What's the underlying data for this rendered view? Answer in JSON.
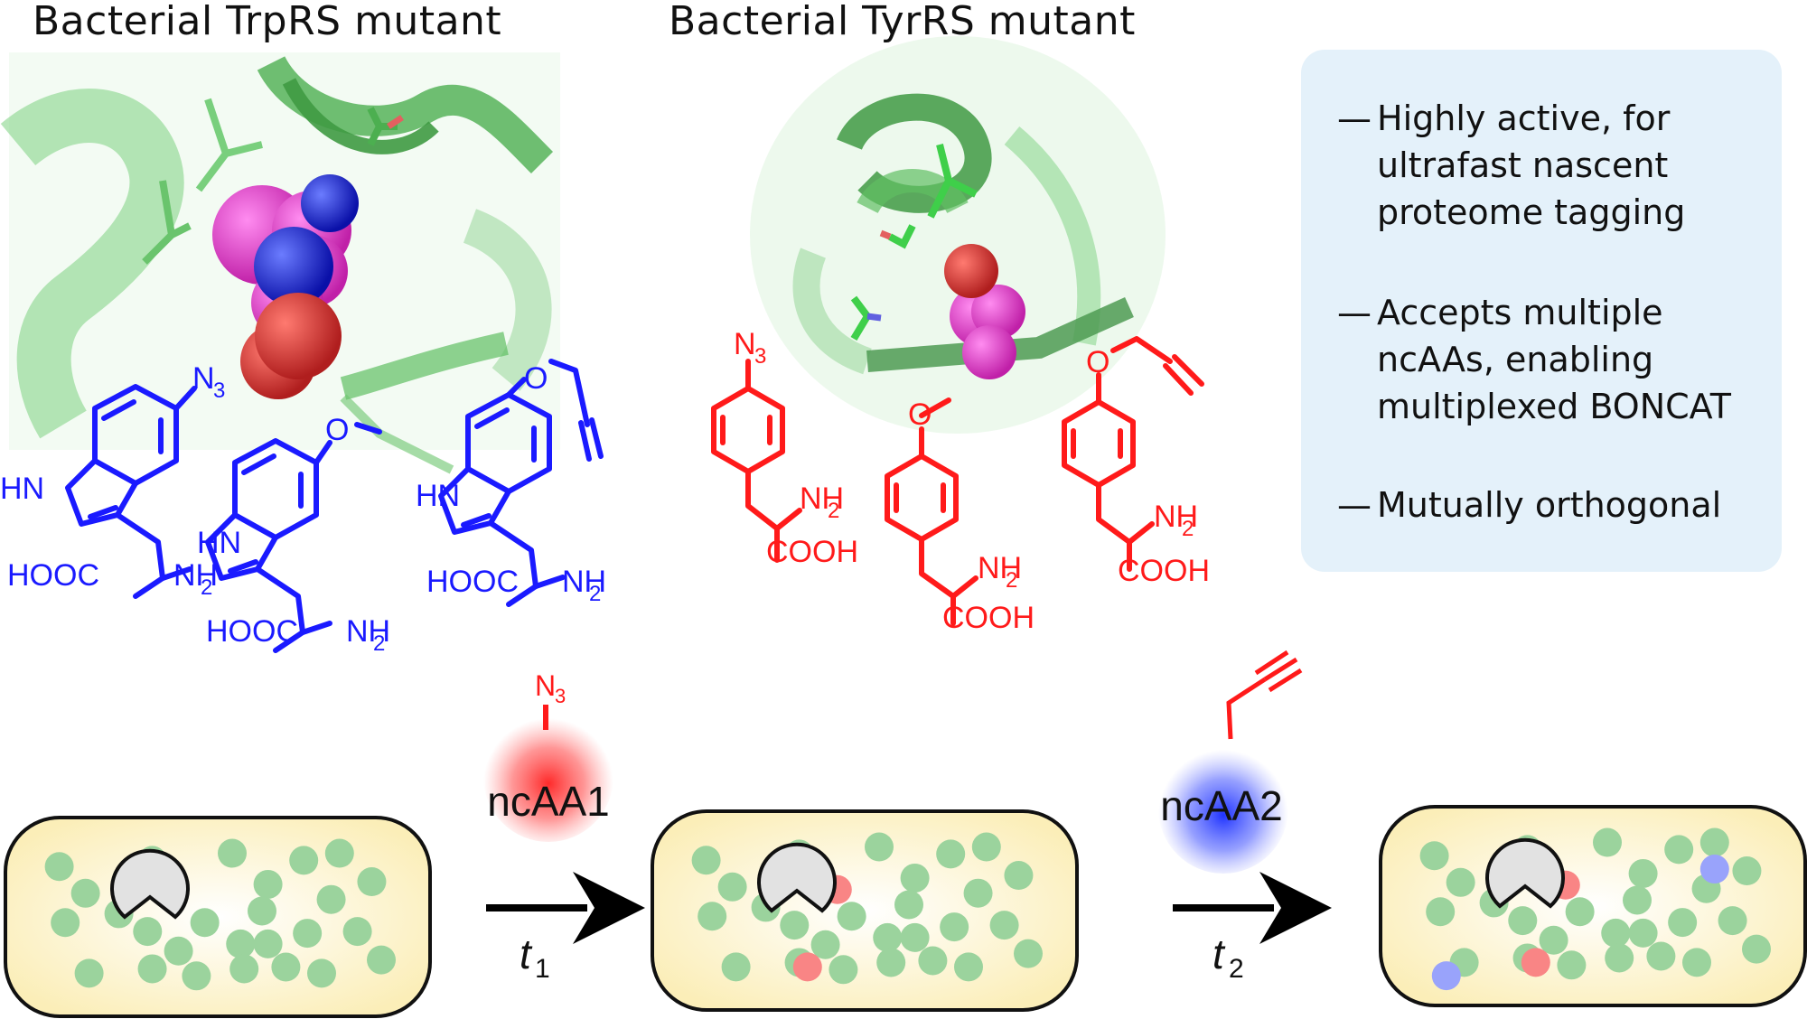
{
  "figure": {
    "panel_left_title": "Bacterial TrpRS mutant",
    "panel_middle_title": "Bacterial TyrRS mutant",
    "info_box": {
      "bullet_symbol": "—",
      "bullets": [
        {
          "text": "Highly active, for\nultrafast nascent\nproteome tagging"
        },
        {
          "text": "Accepts multiple\nncAAs, enabling\nmultiplexed BONCAT"
        },
        {
          "text": "Mutually orthogonal"
        }
      ]
    },
    "trp_structures": [
      {
        "name": "5-azido-tryptophan",
        "substituent": "N3",
        "labels": {
          "sub": "N",
          "sub_idx": "3",
          "hn": "HN",
          "acid": "HOOC",
          "amine": "NH",
          "amine_idx": "2"
        }
      },
      {
        "name": "5-methoxy-tryptophan",
        "substituent": "OMe",
        "labels": {
          "o": "O",
          "hn": "HN",
          "acid": "HOOC",
          "amine": "NH",
          "amine_idx": "2"
        }
      },
      {
        "name": "5-propargyloxy-tryptophan",
        "substituent": "O-propargyl",
        "labels": {
          "o": "O",
          "hn": "HN",
          "acid": "HOOC",
          "amine": "NH",
          "amine_idx": "2"
        }
      }
    ],
    "tyr_structures": [
      {
        "name": "4-azido-phenylalanine",
        "substituent": "N3",
        "labels": {
          "sub": "N",
          "sub_idx": "3",
          "acid": "COOH",
          "amine": "NH",
          "amine_idx": "2"
        }
      },
      {
        "name": "O-methyl-tyrosine",
        "substituent": "OMe",
        "labels": {
          "o": "O",
          "acid": "COOH",
          "amine": "NH",
          "amine_idx": "2"
        }
      },
      {
        "name": "O-propargyl-tyrosine",
        "substituent": "O-propargyl",
        "labels": {
          "o": "O",
          "acid": "COOH",
          "amine": "NH",
          "amine_idx": "2"
        }
      }
    ],
    "workflow": {
      "steps": [
        {
          "reagent": "ncAA1",
          "handle": "N",
          "handle_idx": "3",
          "time": "t",
          "time_idx": "1",
          "glow_color": "#ff3030"
        },
        {
          "reagent": "ncAA2",
          "handle": "alkyne",
          "time": "t",
          "time_idx": "2",
          "glow_color": "#2a3cff"
        }
      ],
      "cells": [
        {
          "state": "untreated",
          "red_particles": 0,
          "blue_particles": 0
        },
        {
          "state": "after ncAA1 pulse",
          "red_particles": 2,
          "blue_particles": 0
        },
        {
          "state": "after ncAA2 pulse",
          "red_particles": 2,
          "blue_particles": 2
        }
      ]
    },
    "colors": {
      "trp_ncaa": "#1a1aff",
      "tyr_ncaa": "#ff1a1a",
      "cell_fill": "#fbeeb8",
      "protein_particle": "#9bd39d",
      "tagged_red": "#f98585",
      "tagged_blue": "#99a3fb",
      "ribosome": "#e2e2e2",
      "info_box_bg": "#e4f1fa"
    }
  }
}
